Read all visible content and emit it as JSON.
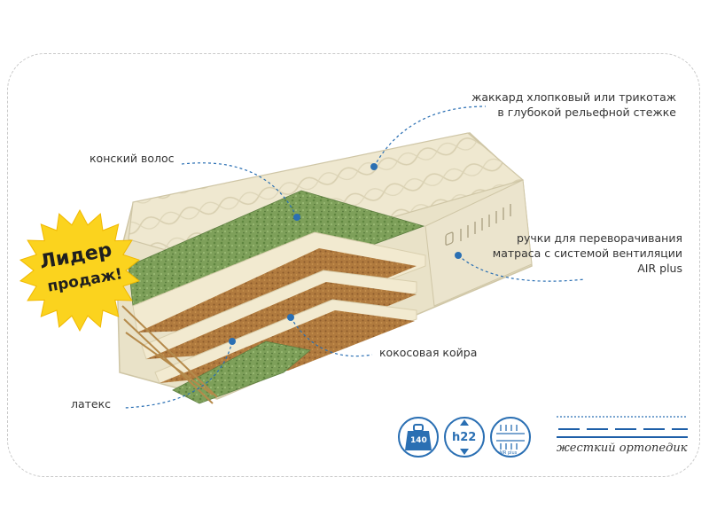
{
  "labels": {
    "jacquard_line1": "жаккард хлопковый или трикотаж",
    "jacquard_line2": "в глубокой рельефной стежке",
    "horsehair": "конский волос",
    "handles_line1": "ручки для переворачивания",
    "handles_line2": "матраса с системой вентиляции",
    "handles_line3": "AIR plus",
    "coconut": "кокосовая койра",
    "latex": "латекс"
  },
  "badge": {
    "line1": "Лидер",
    "line2": "продаж!",
    "color": "#fbd31e"
  },
  "icons": {
    "load": {
      "name": "weight-140-icon",
      "value": "140"
    },
    "height": {
      "name": "height-h22-icon",
      "value": "h22"
    },
    "air": {
      "name": "air-plus-icon",
      "value": "AIR plus"
    }
  },
  "firmness": {
    "label": "жесткий ортопедик"
  },
  "colors": {
    "accent_blue": "#2a6fb3",
    "cover": "#efe8d0",
    "horsehair": "#7ea05a",
    "coconut": "#b07a3e",
    "latex": "#f2ead0"
  }
}
